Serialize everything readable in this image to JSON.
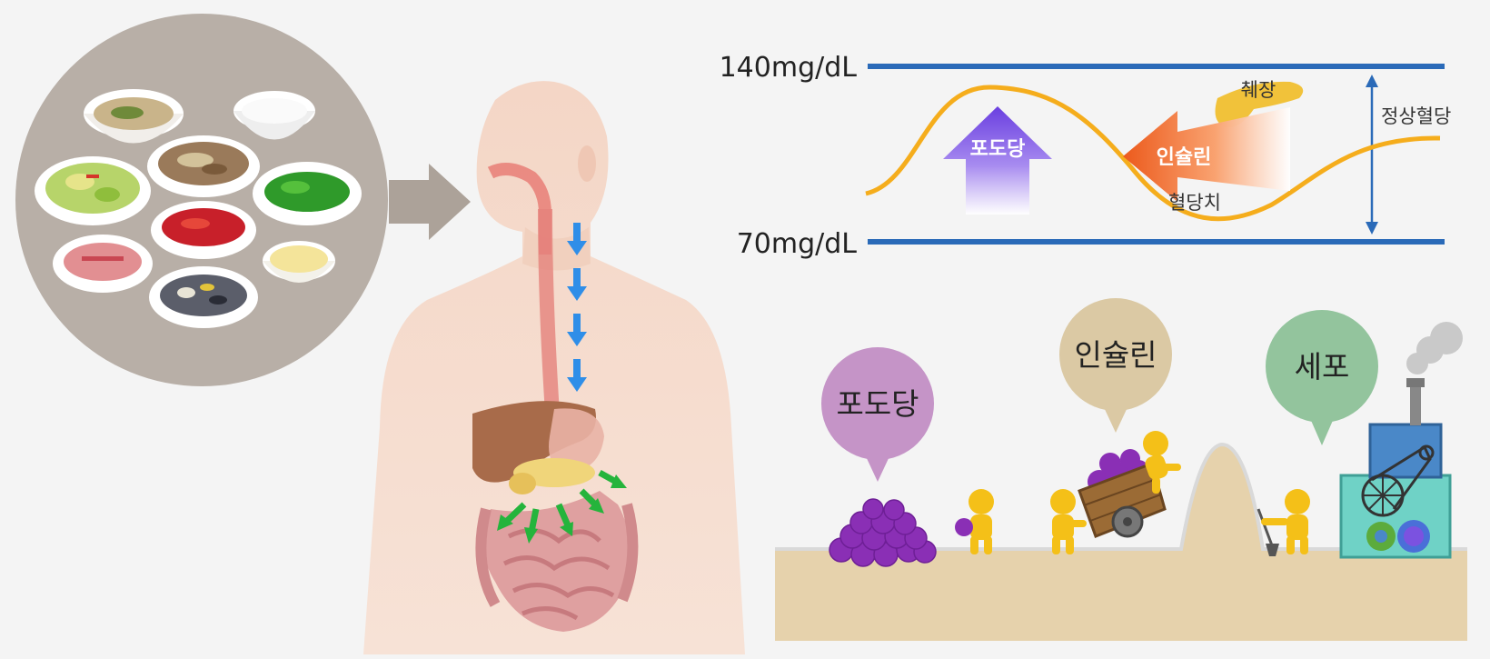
{
  "glucose_chart": {
    "upper_label": "140mg/dL",
    "lower_label": "70mg/dL",
    "range_label": "정상혈당",
    "curve_label": "혈당치",
    "glucose_arrow_label": "포도당",
    "insulin_arrow_label": "인슐린",
    "pancreas_label": "췌장"
  },
  "analogy": {
    "glucose_bubble": "포도당",
    "insulin_bubble": "인슐린",
    "cell_bubble": "세포"
  },
  "colors": {
    "limit_line": "#2a6ab8",
    "glucose_curve": "#f5ad1c",
    "glucose_arrow": "#7b52e0",
    "insulin_arrow": "#f06a2a",
    "digestion_arrow": "#2f8ee8",
    "absorption_arrow": "#25b43c",
    "grape": "#8a2fb5",
    "worker": "#f4c018",
    "ground": "#e6d2ac",
    "food_circle": "#b7aea6"
  }
}
